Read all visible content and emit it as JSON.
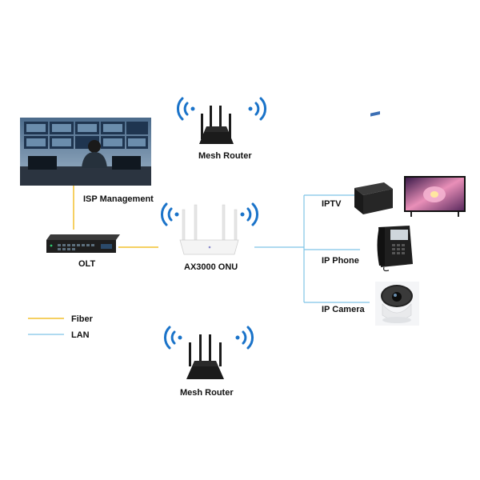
{
  "nodes": {
    "isp_management": "ISP Management",
    "olt": "OLT",
    "onu": "AX3000 ONU",
    "mesh_router_top": "Mesh Router",
    "mesh_router_bottom": "Mesh Router",
    "iptv": "IPTV",
    "ip_phone": "IP Phone",
    "ip_camera": "IP Camera"
  },
  "legend": {
    "fiber": "Fiber",
    "lan": "LAN"
  },
  "colors": {
    "fiber": "#f2c12e",
    "lan": "#7fc4e6",
    "wifi": "#1a73c9",
    "device_dark": "#1b1b1b"
  },
  "icons": {
    "isp": "surveillance-control-room-image",
    "olt": "rack-switch-icon",
    "onu": "white-router-icon",
    "mesh": "black-router-icon",
    "iptv": "set-top-box-icon",
    "tv": "television-icon",
    "phone": "desk-phone-icon",
    "camera": "dome-camera-icon",
    "wifi": "wifi-signal-icon"
  }
}
